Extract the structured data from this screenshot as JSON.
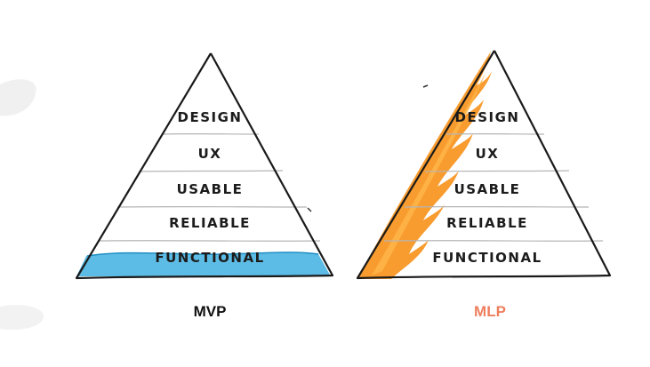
{
  "pyramids": [
    {
      "caption": "MVP",
      "caption_color": "#111111",
      "layers": [
        "DESIGN",
        "UX",
        "USABLE",
        "RELIABLE",
        "FUNCTIONAL"
      ],
      "highlight": "water",
      "highlight_color": "#3fb0e0"
    },
    {
      "caption": "MLP",
      "caption_color": "#ee7f5f",
      "layers": [
        "DESIGN",
        "UX",
        "USABLE",
        "RELIABLE",
        "FUNCTIONAL"
      ],
      "highlight": "fire",
      "highlight_color": "#f7941d"
    }
  ]
}
